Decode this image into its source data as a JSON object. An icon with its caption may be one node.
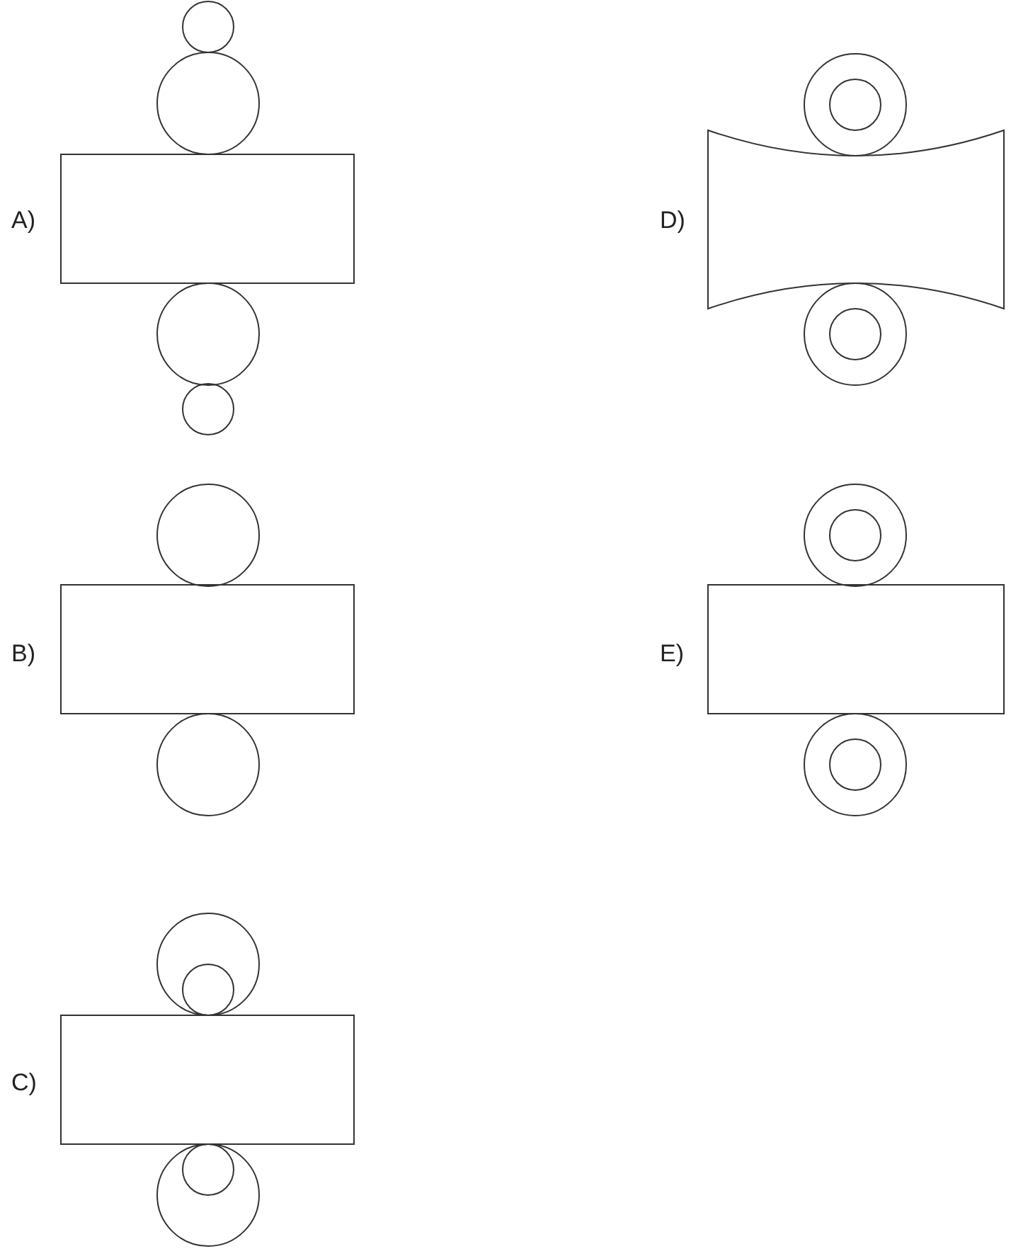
{
  "diagram": {
    "labels": [
      "A)",
      "D)",
      "B)",
      "E)",
      "C)"
    ]
  }
}
